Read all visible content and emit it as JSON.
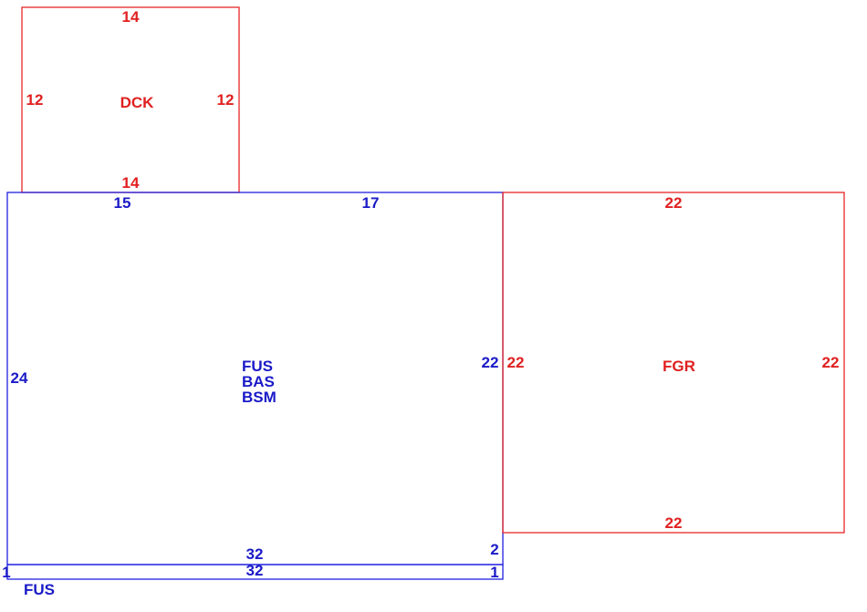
{
  "dck": {
    "label": "DCK",
    "top": "14",
    "bottom": "14",
    "left": "12",
    "right": "12",
    "color": "#e02020"
  },
  "main": {
    "labels": [
      "FUS",
      "BAS",
      "BSM"
    ],
    "top_left_segment": "15",
    "top_right_segment": "17",
    "left": "24",
    "right": "22",
    "bottom": "32",
    "bottom_right_jog": "2",
    "color": "#1a1ac8"
  },
  "fgr": {
    "label": "FGR",
    "top": "22",
    "bottom": "22",
    "left": "22",
    "right": "22",
    "color": "#e02020"
  },
  "strip": {
    "label": "FUS",
    "top": "32",
    "left": "1",
    "right": "1",
    "color": "#1a1ac8"
  }
}
